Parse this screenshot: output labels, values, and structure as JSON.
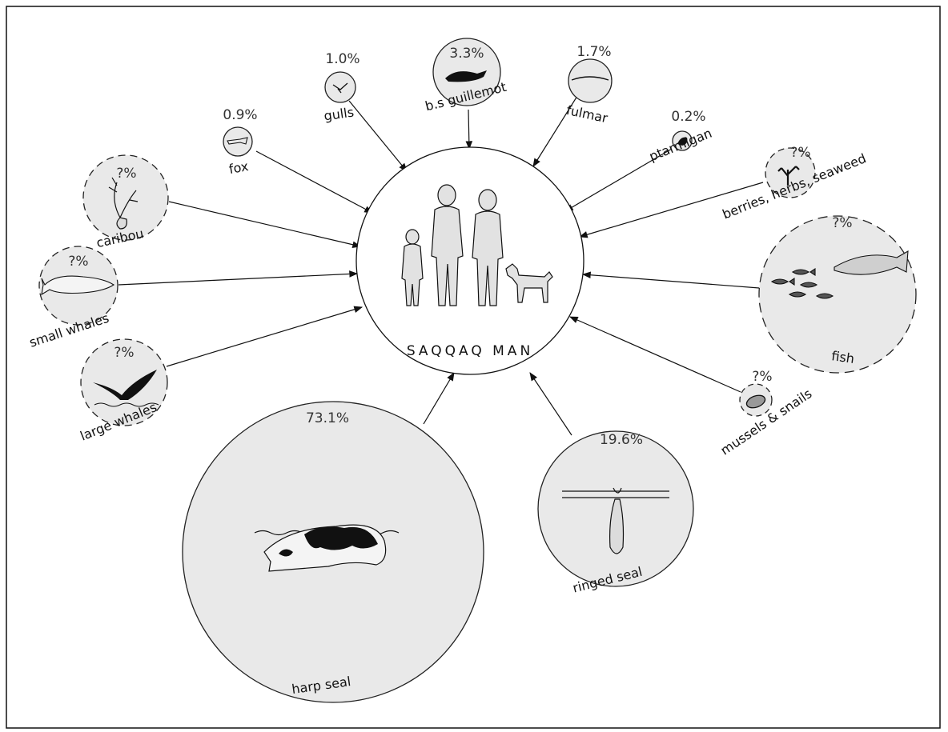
{
  "center": {
    "label": "SAQQAQ MAN"
  },
  "food_sources": [
    {
      "id": "harp-seal",
      "name": "harp seal",
      "percent": "73.1%",
      "value": 73.1,
      "certain": true
    },
    {
      "id": "ringed-seal",
      "name": "ringed seal",
      "percent": "19.6%",
      "value": 19.6,
      "certain": true
    },
    {
      "id": "bs-guillemot",
      "name": "b.s guillemot",
      "percent": "3.3%",
      "value": 3.3,
      "certain": true
    },
    {
      "id": "fulmar",
      "name": "fulmar",
      "percent": "1.7%",
      "value": 1.7,
      "certain": true
    },
    {
      "id": "gulls",
      "name": "gulls",
      "percent": "1.0%",
      "value": 1.0,
      "certain": true
    },
    {
      "id": "fox",
      "name": "fox",
      "percent": "0.9%",
      "value": 0.9,
      "certain": true
    },
    {
      "id": "ptarmigan",
      "name": "ptarmigan",
      "percent": "0.2%",
      "value": 0.2,
      "certain": true
    },
    {
      "id": "caribou",
      "name": "caribou",
      "percent": "?%",
      "value": null,
      "certain": false
    },
    {
      "id": "small-whales",
      "name": "small whales",
      "percent": "?%",
      "value": null,
      "certain": false
    },
    {
      "id": "large-whales",
      "name": "large whales",
      "percent": "?%",
      "value": null,
      "certain": false
    },
    {
      "id": "berries",
      "name": "berries, herbs, seaweed",
      "percent": "?%",
      "value": null,
      "certain": false
    },
    {
      "id": "fish",
      "name": "fish",
      "percent": "?%",
      "value": null,
      "certain": false
    },
    {
      "id": "mussels",
      "name": "mussels & snails",
      "percent": "?%",
      "value": null,
      "certain": false
    }
  ],
  "colors": {
    "fill": "#e9e9e9",
    "stroke": "#222222",
    "ink": "#111111"
  }
}
